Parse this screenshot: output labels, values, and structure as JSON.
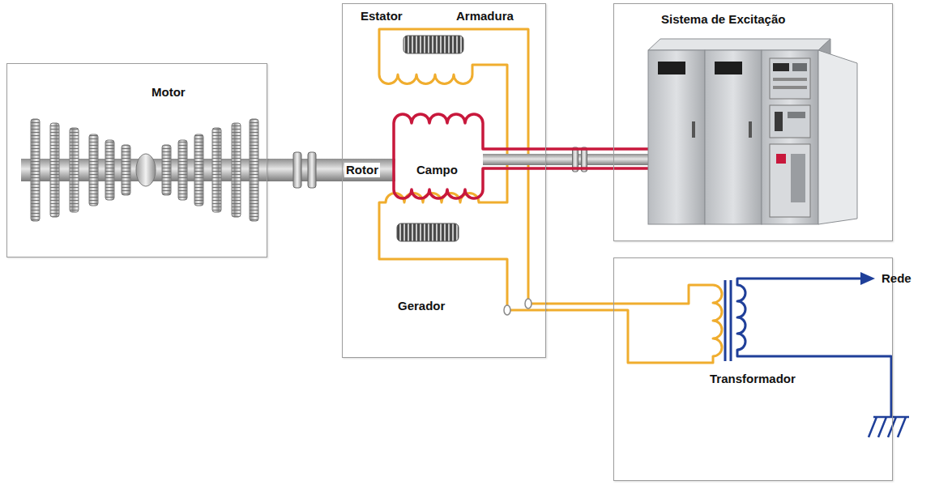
{
  "diagram": {
    "nodes": [
      {
        "text": [
          "Motor"
        ]
      },
      {
        "text": [
          "Estator",
          "Armadura",
          "Gerador"
        ]
      },
      {
        "text": [
          "Sistema de Excitação"
        ]
      },
      {
        "text": [
          "Transformador"
        ]
      }
    ],
    "edges": [
      {
        "from": 0,
        "to": 1,
        "arrow": "none"
      },
      {
        "from": 1,
        "to": 2,
        "arrow": "none"
      },
      {
        "from": 1,
        "to": 3,
        "arrow": "none"
      }
    ],
    "labels": [
      "Rotor",
      "Campo",
      "Rede"
    ]
  }
}
